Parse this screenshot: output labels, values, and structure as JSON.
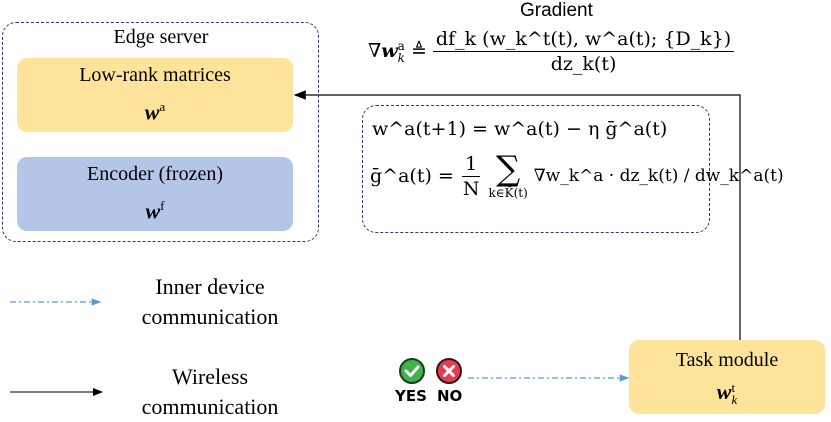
{
  "gradient_title": "Gradient",
  "edge_server": {
    "title": "Edge server",
    "lowrank": {
      "name": "Low-rank matrices",
      "symbol": "w",
      "superscript": "a"
    },
    "encoder": {
      "name": "Encoder (frozen)",
      "symbol": "w",
      "superscript": "f"
    }
  },
  "gradient_formula": {
    "lhs": "∇w_k^a ≜",
    "numerator": "df_k (w_k^t(t), w^a(t); {D_k})",
    "denominator": "dz_k(t)"
  },
  "update_formula": {
    "line1": "w^a(t+1) = w^a(t) − η ḡ^a(t)",
    "line2_lhs": "ḡ^a(t) =",
    "frac_num": "1",
    "frac_den": "N",
    "sum_subscript": "k∈K̃(t)",
    "summand": "∇w_k^a · dz_k(t) / dw_k^a(t)"
  },
  "legend": {
    "inner": {
      "line1": "Inner device",
      "line2": "communication"
    },
    "wireless": {
      "line1": "Wireless",
      "line2": "communication"
    }
  },
  "yes_no": {
    "yes": "YES",
    "no": "NO"
  },
  "task_module": {
    "name": "Task module",
    "symbol": "w",
    "superscript": "t",
    "subscript": "k"
  },
  "colors": {
    "lowrank_fill": "#fde49a",
    "encoder_fill": "#b4c6e7",
    "task_fill": "#fde49a",
    "dashed_border": "#2a3a6a",
    "inner_arrow": "#5b9bd5",
    "yes_green": "#3fb24a",
    "no_red": "#e33d56"
  }
}
